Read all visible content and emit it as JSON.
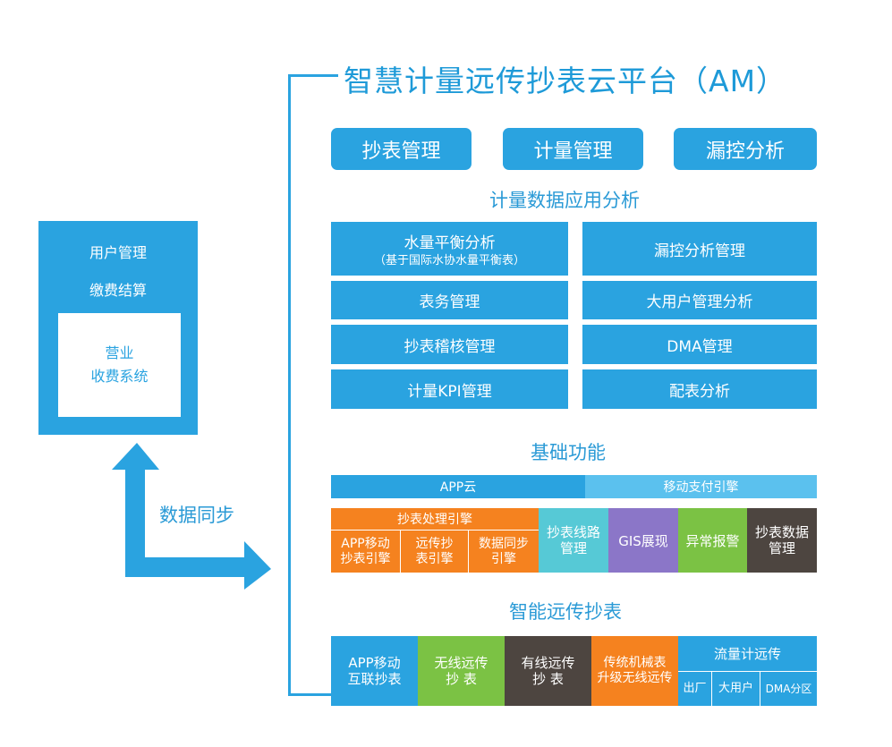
{
  "title": "智慧计量远传抄表云平台（AM）",
  "top_modules": [
    "抄表管理",
    "计量管理",
    "漏控分析"
  ],
  "analysis": {
    "title": "计量数据应用分析",
    "left": [
      {
        "label": "水量平衡分析",
        "sub": "（基于国际水协水量平衡表）"
      },
      {
        "label": "表务管理"
      },
      {
        "label": "抄表稽核管理"
      },
      {
        "label": "计量KPI管理"
      }
    ],
    "right": [
      "漏控分析管理",
      "大用户管理分析",
      "DMA管理",
      "配表分析"
    ]
  },
  "basic": {
    "title": "基础功能",
    "app_cloud": "APP云",
    "mobile_pay": "移动支付引擎",
    "engine_header": "抄表处理引擎",
    "engines": [
      "APP移动\n抄表引擎",
      "远传抄\n表引擎",
      "数据同步\n引擎"
    ],
    "route": "抄表线路\n管理",
    "gis": "GIS展现",
    "alarm": "异常报警",
    "reading_data": "抄表数据\n管理"
  },
  "smart": {
    "title": "智能远传抄表",
    "items": [
      "APP移动\n互联抄表",
      "无线远传\n抄 表",
      "有线远传\n抄 表",
      "传统机械表\n升级无线远传"
    ],
    "flow_header": "流量计远传",
    "flow_items": [
      "出厂",
      "大用户",
      "DMA分区"
    ]
  },
  "business": {
    "lines": [
      "用户管理",
      "缴费结算"
    ],
    "system": "营业\n收费系统"
  },
  "sync_label": "数据同步",
  "colors": {
    "blue": "#2aa3e0",
    "light_blue": "#5bc1ee",
    "orange": "#f5821f",
    "cyan": "#56c9d6",
    "purple": "#8b76c8",
    "green": "#7bc244",
    "brown": "#4d4540",
    "title_blue": "#1e9ad8"
  }
}
